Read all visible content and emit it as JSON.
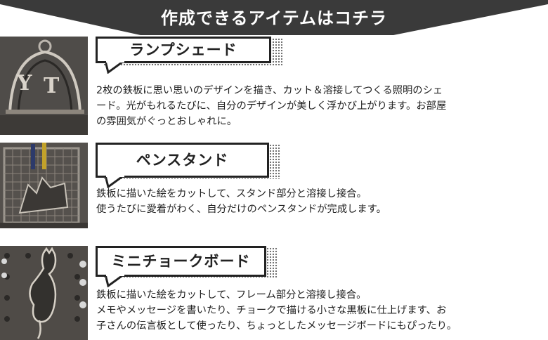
{
  "banner": {
    "title": "作成できるアイテムはコチラ",
    "color": "#3a3a3a"
  },
  "items": [
    {
      "title": "ランプシェード",
      "photo_icon": "lamp-shade-photo",
      "description": "2枚の鉄板に思い思いのデザインを描き、カット＆溶接してつくる照明のシェ\nード。光がもれるたびに、自分のデザインが美しく浮かび上がります。お部屋\nの雰囲気がぐっとおしゃれに。"
    },
    {
      "title": "ペンスタンド",
      "photo_icon": "pen-stand-photo",
      "description": "鉄板に描いた絵をカットして、スタンド部分と溶接し接合。\n使うたびに愛着がわく、自分だけのペンスタンドが完成します。"
    },
    {
      "title": "ミニチョークボード",
      "photo_icon": "chalkboard-photo",
      "description": "鉄板に描いた絵をカットして、フレーム部分と溶接し接合。\nメモやメッセージを書いたり、チョークで描ける小さな黒板に仕上げます、お\n子さんの伝言板として使ったり、ちょっとしたメッセージボードにもぴったり。"
    }
  ]
}
